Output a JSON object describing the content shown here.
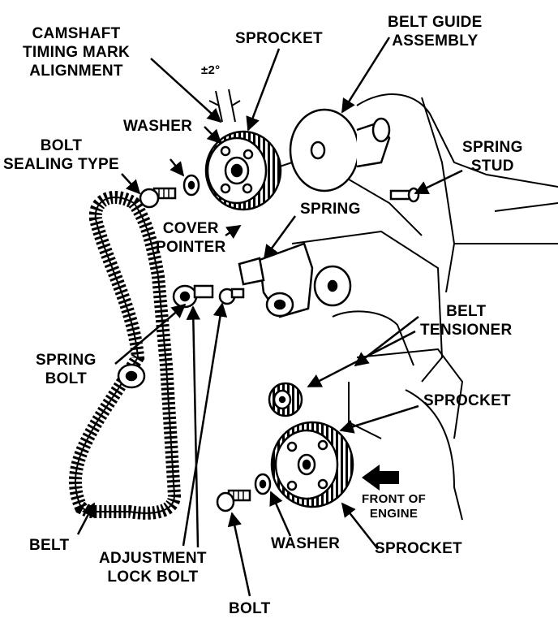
{
  "labels": {
    "camshaft_timing_mark": [
      "CAMSHAFT",
      "TIMING MARK",
      "ALIGNMENT"
    ],
    "sprocket_top": "SPROCKET",
    "belt_guide_assembly": [
      "BELT GUIDE",
      "ASSEMBLY"
    ],
    "tolerance": "±2°",
    "washer_top": "WASHER",
    "bolt_sealing_type": [
      "BOLT",
      "SEALING TYPE"
    ],
    "spring_stud": [
      "SPRING",
      "STUD"
    ],
    "spring": "SPRING",
    "cover_pointer": [
      "COVER",
      "POINTER"
    ],
    "belt_tensioner": [
      "BELT",
      "TENSIONER"
    ],
    "spring_bolt": [
      "SPRING",
      "BOLT"
    ],
    "sprocket_mid": "SPROCKET",
    "front_of_engine": [
      "FRONT OF",
      "ENGINE"
    ],
    "belt": "BELT",
    "adjustment_lock_bolt": [
      "ADJUSTMENT",
      "LOCK BOLT"
    ],
    "washer_bottom": "WASHER",
    "sprocket_bottom": "SPROCKET",
    "bolt_bottom": "BOLT"
  },
  "colors": {
    "ink": "#000000",
    "paper": "#ffffff"
  }
}
